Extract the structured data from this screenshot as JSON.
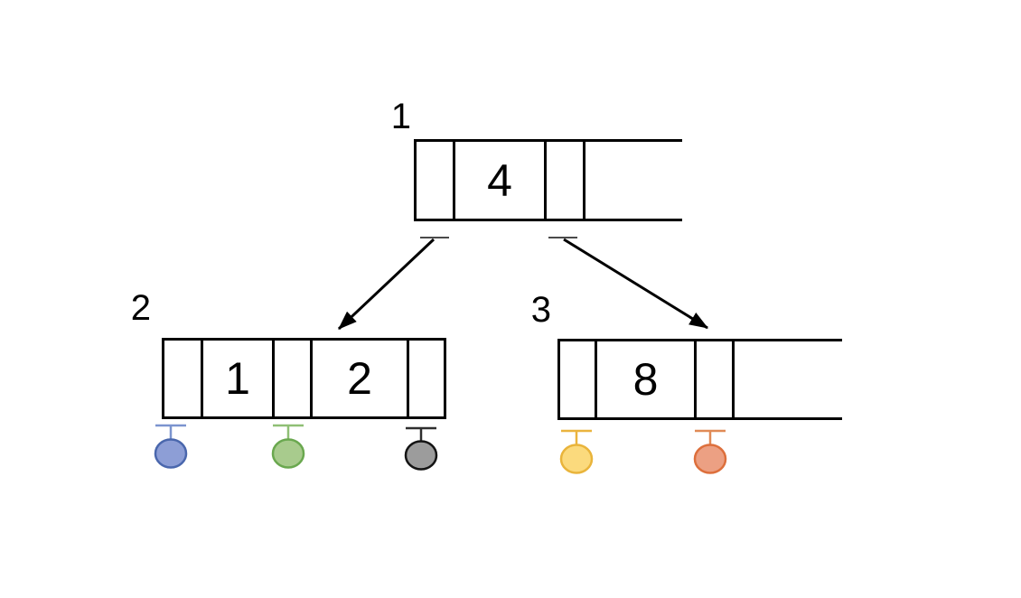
{
  "diagram": {
    "kind": "b-tree-structure",
    "background": "#ffffff",
    "line_color": "#000000",
    "pointer_dash_color": "#4a4a4a"
  },
  "nodes": [
    {
      "label": "1",
      "values": [
        "4"
      ],
      "open_right": true
    },
    {
      "label": "2",
      "values": [
        "1",
        "2"
      ],
      "open_right": false
    },
    {
      "label": "3",
      "values": [
        "8"
      ],
      "open_right": true
    }
  ],
  "arrows": [
    {
      "from": "node-1-pointer-1",
      "to": "node-2"
    },
    {
      "from": "node-1-pointer-2",
      "to": "node-3"
    }
  ],
  "pins": [
    {
      "name": "blue-pin",
      "fill": "#8d9ed6",
      "stroke": "#4a67ad",
      "cap": "#7b94cf"
    },
    {
      "name": "green-pin",
      "fill": "#a8cb8d",
      "stroke": "#6aa84f",
      "cap": "#8fbf75"
    },
    {
      "name": "gray-pin",
      "fill": "#9c9c9c",
      "stroke": "#141414",
      "cap": "#2e2e2e"
    },
    {
      "name": "yellow-pin",
      "fill": "#fbda7d",
      "stroke": "#e9b43b",
      "cap": "#eab43e"
    },
    {
      "name": "orange-pin",
      "fill": "#eca083",
      "stroke": "#dd6f3c",
      "cap": "#e08a56"
    }
  ]
}
